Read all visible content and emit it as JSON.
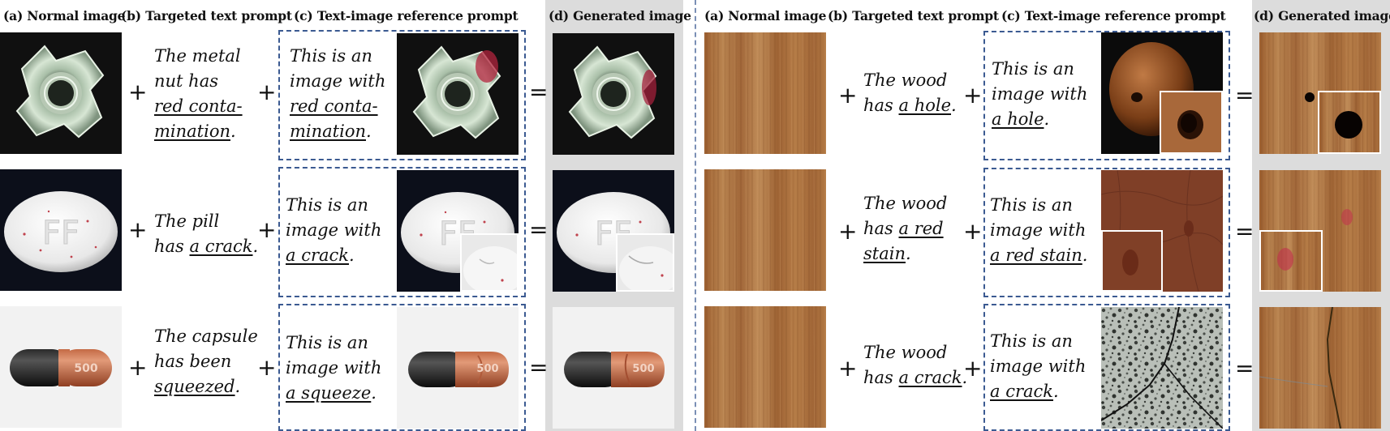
{
  "left_panel": {
    "headers": {
      "a": "(a) Normal image",
      "b": "(b) Targeted text prompt",
      "c": "(c) Text-image reference prompt",
      "d": "(d) Generated image"
    },
    "rows": [
      {
        "text_prefix": "The metal\nnut has\n",
        "text_target": "red conta-\nmination",
        "text_suffix": ".",
        "ref_prefix": "This is an\nimage with\n",
        "ref_target": "red conta-\nmination",
        "ref_suffix": "."
      },
      {
        "text_prefix": "The pill\nhas ",
        "text_target": "a crack",
        "text_suffix": ".",
        "ref_prefix": "This is an\nimage with\n",
        "ref_target": "a crack",
        "ref_suffix": "."
      },
      {
        "text_prefix": "The capsule\nhas been\n",
        "text_target": "squeezed",
        "text_suffix": ".",
        "ref_prefix": "This is an\nimage with\n",
        "ref_target": "a squeeze",
        "ref_suffix": "."
      }
    ],
    "capsule_label": "500"
  },
  "right_panel": {
    "headers": {
      "a": "(a) Normal image",
      "b": "(b) Targeted text prompt",
      "c": "(c) Text-image reference prompt",
      "d": "(d) Generated image"
    },
    "rows": [
      {
        "text_prefix": "The wood\nhas ",
        "text_target": "a hole",
        "text_suffix": ".",
        "ref_prefix": "This is an\nimage with\n",
        "ref_target": "a hole",
        "ref_suffix": "."
      },
      {
        "text_prefix": "The wood\nhas ",
        "text_target": "a red\nstain",
        "text_suffix": ".",
        "ref_prefix": "This is an\nimage with\n",
        "ref_target": "a red stain",
        "ref_suffix": "."
      },
      {
        "text_prefix": "The wood\nhas ",
        "text_target": "a crack",
        "text_suffix": ".",
        "ref_prefix": "This is an\nimage with\n",
        "ref_target": "a crack",
        "ref_suffix": "."
      }
    ]
  },
  "symbols": {
    "plus": "+",
    "equals": "="
  },
  "colors": {
    "dashed_box": "#3b5a91",
    "generated_bg": "#dcdcdc",
    "wood": "#a66a37"
  }
}
